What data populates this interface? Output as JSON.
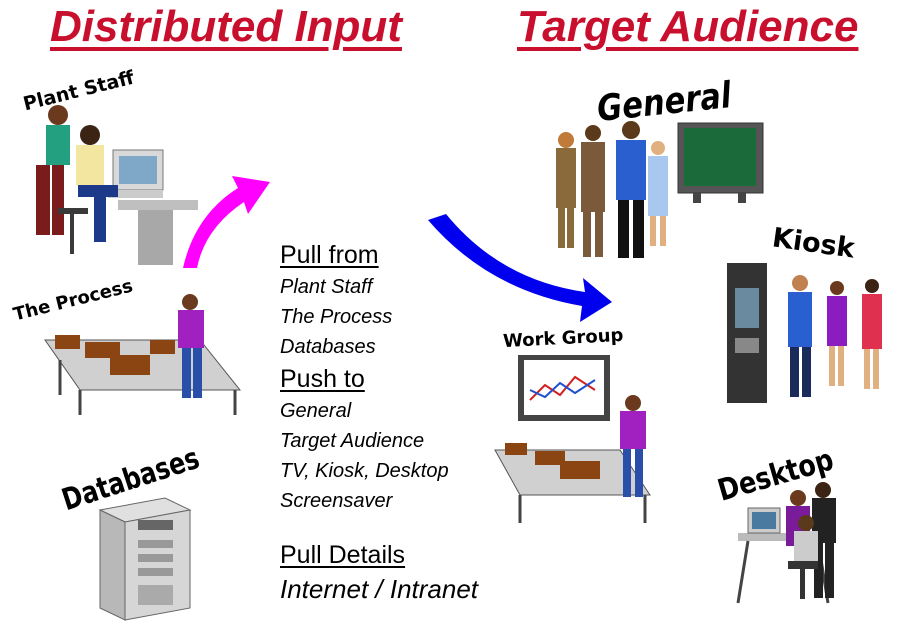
{
  "headings": {
    "left": "Distributed Input",
    "right": "Target Audience"
  },
  "sources": {
    "plant_staff": "Plant Staff",
    "process": "The Process",
    "databases": "Databases"
  },
  "audiences": {
    "general": "General",
    "kiosk": "Kiosk",
    "work_group": "Work Group",
    "desktop": "Desktop"
  },
  "center": {
    "pull_from_title": "Pull from",
    "pull_from_items": [
      "Plant Staff",
      "The Process",
      "Databases"
    ],
    "push_to_title": "Push to",
    "push_to_items": [
      "General",
      "Target Audience",
      "TV, Kiosk, Desktop",
      "Screensaver"
    ],
    "pull_details_title": "Pull Details",
    "pull_details_value": "Internet / Intranet"
  },
  "colors": {
    "heading": "#c8102e",
    "arrow_left": "#ff00ff",
    "arrow_right": "#0000ee"
  }
}
